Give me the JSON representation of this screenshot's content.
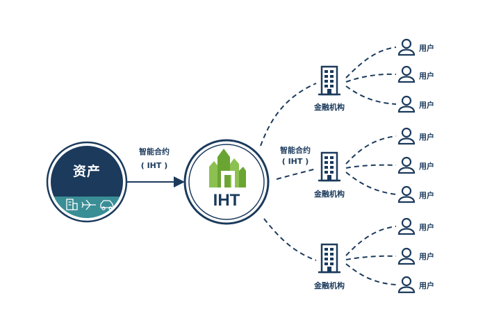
{
  "asset": {
    "title": "资产",
    "icons": [
      "building-icon",
      "airplane-icon",
      "car-icon"
    ]
  },
  "contract_left": {
    "line1": "智能合约",
    "line2": "( IHT )"
  },
  "contract_right": {
    "line1": "智能合约",
    "line2": "( IHT )"
  },
  "hub": {
    "label": "IHT",
    "logo": "iht-buildings-logo"
  },
  "institutions": [
    {
      "label": "金融机构",
      "users": [
        "用户",
        "用户",
        "用户"
      ]
    },
    {
      "label": "金融机构",
      "users": [
        "用户",
        "用户",
        "用户"
      ]
    },
    {
      "label": "金融机构",
      "users": [
        "用户",
        "用户",
        "用户"
      ]
    }
  ],
  "colors": {
    "navy": "#1b3a5c",
    "teal": "#3a8e96",
    "green": "#7dbb42"
  }
}
